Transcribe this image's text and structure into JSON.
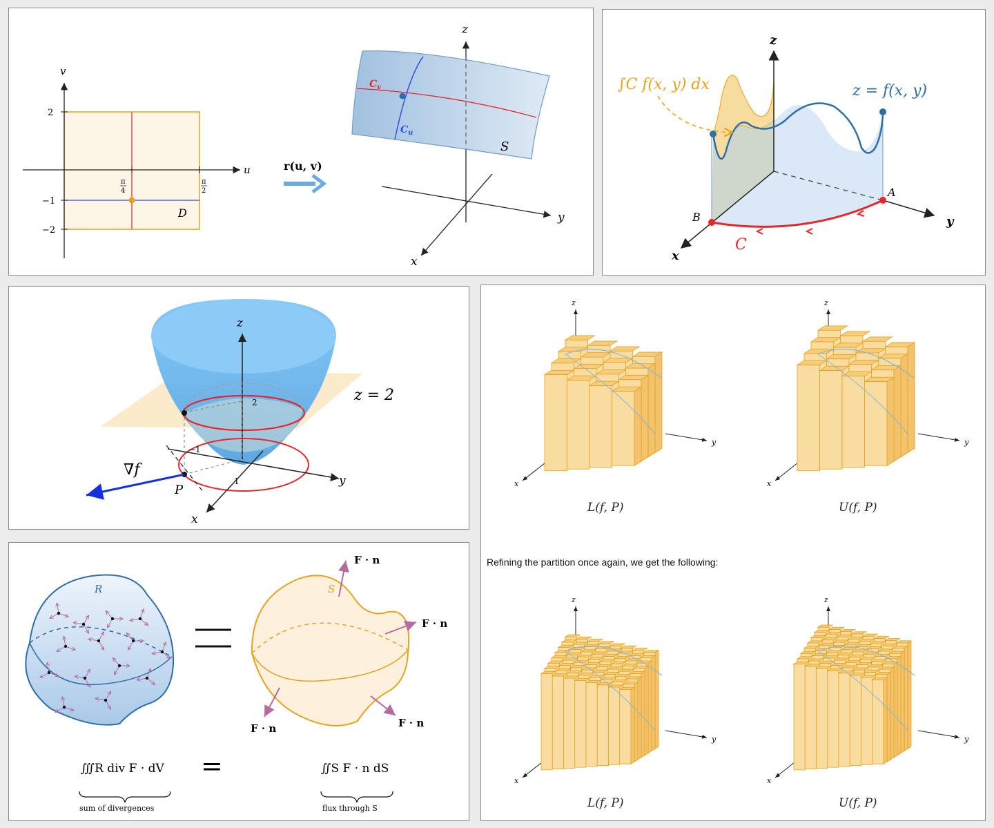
{
  "panel_param": {
    "v_label": "v",
    "u_label": "u",
    "tick_2": "2",
    "tick_m1": "−1",
    "tick_m2": "−2",
    "tick_pi4_num": "π",
    "tick_pi4_den": "4",
    "tick_pi2_num": "π",
    "tick_pi2_den": "2",
    "domain_label": "D",
    "map_label": "r(u, v)",
    "cv_label": "Cv",
    "cu_label": "Cu",
    "surface_label": "S",
    "x_label": "x",
    "y_label": "y",
    "z_label": "z"
  },
  "panel_line": {
    "integral_label": "∫C f(x, y) dx",
    "func_label": "z = f(x, y)",
    "a_label": "A",
    "b_label": "B",
    "c_label": "C",
    "x_label": "x",
    "y_label": "y",
    "z_label": "z"
  },
  "panel_paraboloid": {
    "plane_label": "z = 2",
    "grad_label": "∇f",
    "p_label": "P",
    "tick_2": "2",
    "tick_m1": "−1",
    "tick_1": "1",
    "x_label": "x",
    "y_label": "y",
    "z_label": "z"
  },
  "panel_divergence": {
    "r_label": "R",
    "s_label": "S",
    "fn_label": "F · n",
    "lhs_formula": "∭R div F · dV",
    "rhs_formula": "∬S F · n dS",
    "lhs_caption": "sum of divergences",
    "rhs_caption": "flux through S",
    "equals": "="
  },
  "panel_riemann": {
    "z_label": "z",
    "y_label": "y",
    "x_label": "x",
    "lower_caption": "L(f, P)",
    "upper_caption": "U(f, P)",
    "refine_text": "Refining the partition once again, we get the following:"
  },
  "colors": {
    "orange": "#e8a21c",
    "orange_fill": "#f9e0a8",
    "blue": "#3a7ab8",
    "light_blue": "#c7dff4",
    "red": "#e8262a",
    "purple": "#b56aa0",
    "grad_blue": "#1430e0"
  }
}
